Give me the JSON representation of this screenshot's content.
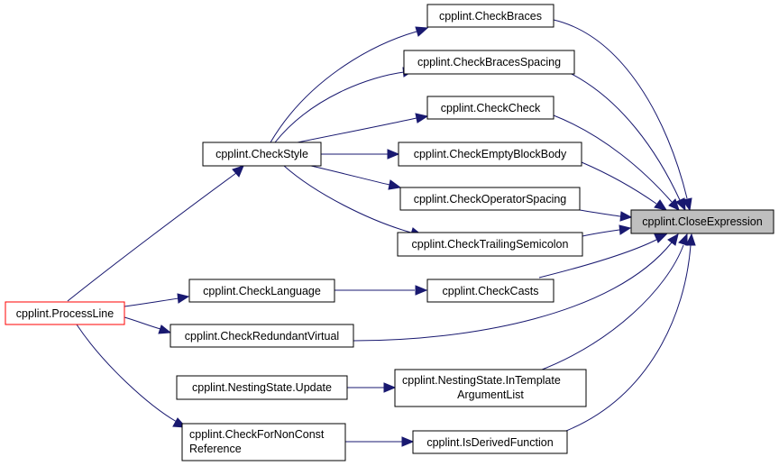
{
  "nodes": {
    "process_line": "cpplint.ProcessLine",
    "check_style": "cpplint.CheckStyle",
    "check_language": "cpplint.CheckLanguage",
    "check_redundant_virtual": "cpplint.CheckRedundantVirtual",
    "nesting_update": "cpplint.NestingState.Update",
    "check_non_const_ref_1": "cpplint.CheckForNonConst",
    "check_non_const_ref_2": "Reference",
    "check_braces": "cpplint.CheckBraces",
    "check_braces_spacing": "cpplint.CheckBracesSpacing",
    "check_check": "cpplint.CheckCheck",
    "check_empty_block_body": "cpplint.CheckEmptyBlockBody",
    "check_operator_spacing": "cpplint.CheckOperatorSpacing",
    "check_trailing_semicolon": "cpplint.CheckTrailingSemicolon",
    "check_casts": "cpplint.CheckCasts",
    "in_template_arg_1": "cpplint.NestingState.InTemplate",
    "in_template_arg_2": "ArgumentList",
    "is_derived_function": "cpplint.IsDerivedFunction",
    "close_expression": "cpplint.CloseExpression"
  },
  "colors": {
    "edge": "#191970",
    "root_border": "#ff0000",
    "target_fill": "#bfbfbf"
  }
}
